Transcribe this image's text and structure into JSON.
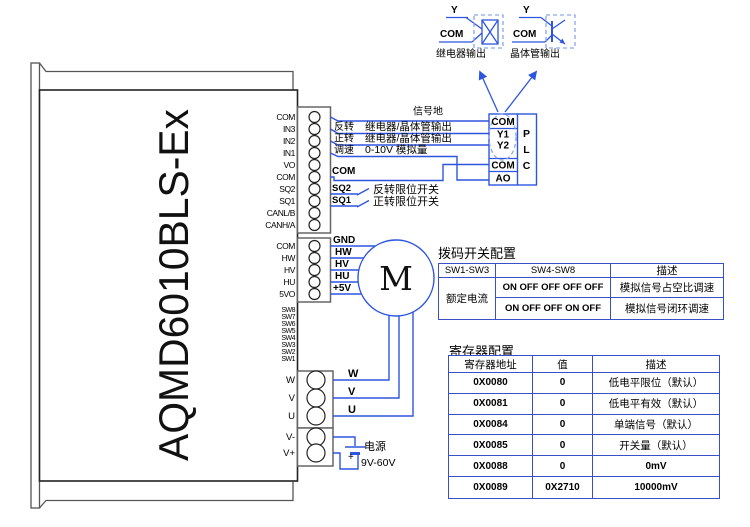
{
  "device": {
    "model": "AQMD6010BLS-Ex",
    "pins_io": [
      "COM",
      "IN3",
      "IN2",
      "IN1",
      "VO",
      "COM",
      "SQ2",
      "SQ1",
      "CANL/B",
      "CANH/A"
    ],
    "pins_hall": [
      "COM",
      "HW",
      "HV",
      "HU",
      "5VO"
    ],
    "pins_sw": [
      "SW8",
      "SW7",
      "SW6",
      "SW5",
      "SW4",
      "SW3",
      "SW2",
      "SW1"
    ],
    "pins_motor": [
      "W",
      "V",
      "U"
    ],
    "pins_power": [
      "V-",
      "V+"
    ]
  },
  "wiring": {
    "signal_ground": "信号地",
    "reverse": "反转",
    "forward": "正转",
    "speed": "调速",
    "relay_transistor_output": "继电器/晶体管输出",
    "analog_signal": "0-10V 模拟量",
    "com": "COM",
    "sq2": "SQ2",
    "sq1": "SQ1",
    "reverse_limit_switch": "反转限位开关",
    "forward_limit_switch": "正转限位开关",
    "gnd": "GND",
    "hw": "HW",
    "hv": "HV",
    "hu": "HU",
    "plus5v": "+5V",
    "w": "W",
    "v": "V",
    "u": "U"
  },
  "plc": {
    "ports": [
      "COM",
      "Y1",
      "Y2",
      "COM",
      "AO"
    ],
    "name_letters": [
      "P",
      "L",
      "C"
    ]
  },
  "outputs": {
    "relay": {
      "y": "Y",
      "com": "COM",
      "caption": "继电器输出"
    },
    "transistor": {
      "y": "Y",
      "com": "COM",
      "caption": "晶体管输出"
    }
  },
  "motor": {
    "label": "M"
  },
  "power": {
    "caption": "电源",
    "voltage_range": "9V-60V",
    "plus": "+"
  },
  "dip_table": {
    "title": "拨码开关配置",
    "headers": [
      "SW1-SW3",
      "SW4-SW8",
      "描述"
    ],
    "row_group": "额定电流",
    "rows": [
      {
        "sw": "ON OFF OFF OFF OFF",
        "desc": "模拟信号占空比调速"
      },
      {
        "sw": "ON OFF OFF ON OFF",
        "desc": "模拟信号闭环调速"
      }
    ]
  },
  "reg_table": {
    "title": "寄存器配置",
    "headers": [
      "寄存器地址",
      "值",
      "描述"
    ],
    "rows": [
      {
        "addr": "0X0080",
        "val": "0",
        "desc": "低电平限位（默认）"
      },
      {
        "addr": "0X0081",
        "val": "0",
        "desc": "低电平有效（默认）"
      },
      {
        "addr": "0X0084",
        "val": "0",
        "desc": "单端信号（默认）"
      },
      {
        "addr": "0X0085",
        "val": "0",
        "desc": "开关量（默认）"
      },
      {
        "addr": "0X0088",
        "val": "0",
        "desc": "0mV"
      },
      {
        "addr": "0X0089",
        "val": "0X2710",
        "desc": "10000mV"
      }
    ]
  },
  "colors": {
    "wire_blue": "#2E55E0",
    "light_blue_dashed": "#8AA6EE",
    "table_border": "#3A50C8",
    "outline_gray": "#555555",
    "text": "#000000"
  }
}
